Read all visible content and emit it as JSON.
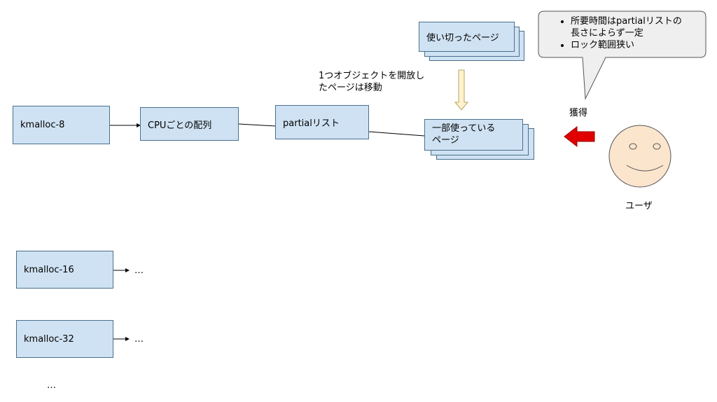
{
  "cache_boxes": {
    "kmalloc_8": "kmalloc-8",
    "kmalloc_16": "kmalloc-16",
    "kmalloc_32": "kmalloc-32"
  },
  "cpu_array_label": "CPUごとの配列",
  "partial_list_label": "partialリスト",
  "used_pages_label": "使い切ったページ",
  "partial_pages_label_line1": "一部使っている",
  "partial_pages_label_line2": "ページ",
  "note_line1": "1つオブジェクトを開放し",
  "note_line2": "たページは移動",
  "ellipsis": "…",
  "acquire_label": "獲得",
  "user_label": "ユーザ",
  "bubble": {
    "bullets": [
      "所要時間はpartialリストの長さによらず一定",
      "ロック範囲狭い"
    ],
    "line1a": "所要時間はpartialリストの",
    "line1b": "長さによらず一定",
    "line2": "ロック範囲狭い"
  },
  "colors": {
    "box_fill": "#cfe2f3",
    "box_border": "#4a6f8c",
    "arrow_red": "#e00000",
    "face": "#fce5cd",
    "down_arrow": "#fff2cc"
  }
}
